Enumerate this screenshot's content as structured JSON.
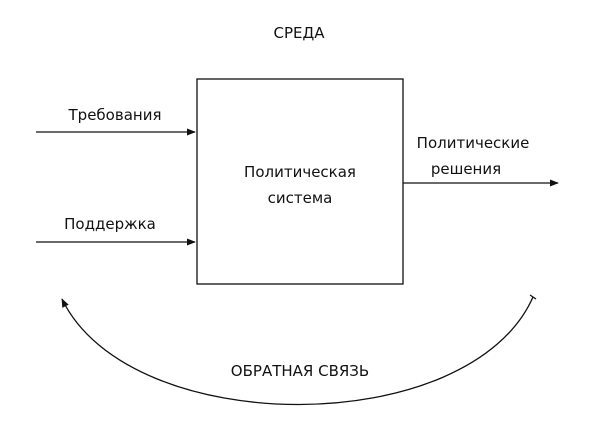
{
  "environment_label": "СРЕДА",
  "system": {
    "line1": "Политическая",
    "line2": "система"
  },
  "inputs": {
    "demands": "Требования",
    "support": "Поддержка"
  },
  "output": {
    "line1": "Политические",
    "line2": "решения"
  },
  "feedback_label": "ОБРАТНАЯ СВЯЗЬ"
}
